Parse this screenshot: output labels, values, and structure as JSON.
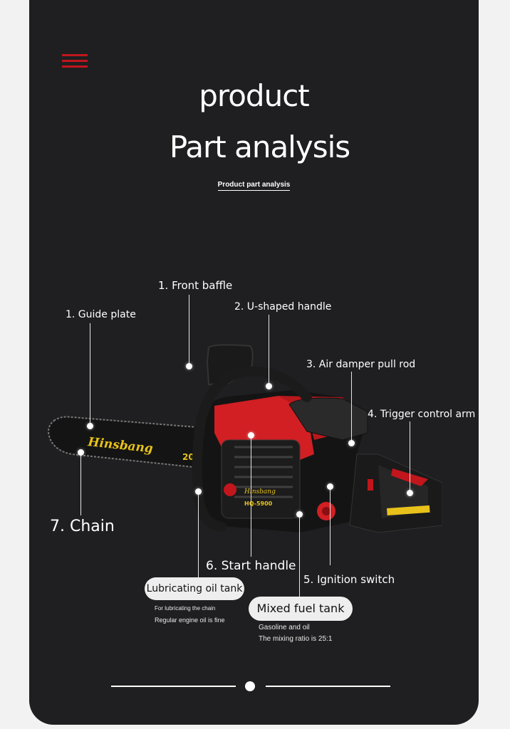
{
  "header": {
    "title_line1": "product",
    "title_line2": "Part analysis",
    "subtitle": "Product part analysis"
  },
  "saw": {
    "brand": "Hinsbang",
    "model": "HQ-5900",
    "bar_mark": "20"
  },
  "parts": {
    "front_baffle": "1. Front baffle",
    "u_handle": "2. U-shaped handle",
    "guide_plate": "1. Guide plate",
    "air_damper": "3. Air damper pull rod",
    "trigger_arm": "4. Trigger control arm",
    "chain": "7. Chain",
    "start_handle": "6. Start handle",
    "ignition": "5. Ignition switch"
  },
  "callouts": {
    "oil_tank": {
      "title": "Lubricating oil tank",
      "line1": "For lubricating the chain",
      "line2": "Regular engine oil is fine"
    },
    "fuel_tank": {
      "title": "Mixed fuel tank",
      "line1": "Gasoline and oil",
      "line2": "The mixing ratio is 25:1"
    }
  },
  "colors": {
    "background": "#1f1f21",
    "accent": "#c0161c",
    "body_red": "#d11f23",
    "logo_yellow": "#e8c21a"
  }
}
